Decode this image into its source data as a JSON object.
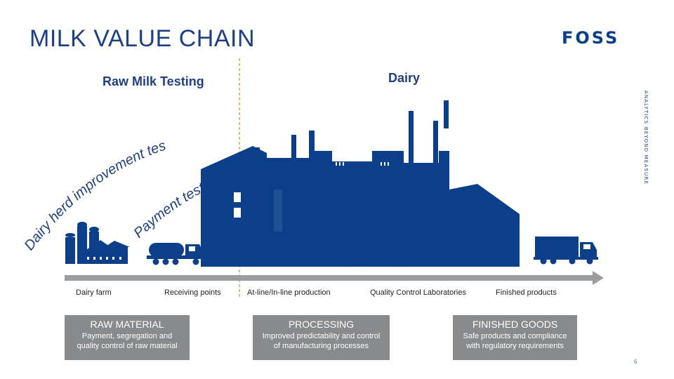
{
  "title": "MILK VALUE CHAIN",
  "logo": {
    "text": "FOSS",
    "tagline": "ANALYTICS BEYOND MEASURE"
  },
  "sections": {
    "left": "Raw Milk Testing",
    "right": "Dairy"
  },
  "arcs": {
    "outer": "Dairy herd improvement testing",
    "inner": "Payment testing"
  },
  "points": [
    "Dairy farm",
    "Receiving points",
    "At-line/In-line production",
    "Quality Control Laboratories",
    "Finished products"
  ],
  "stages": [
    {
      "title": "RAW MATERIAL",
      "desc_line1": "Payment, segregation and",
      "desc_line2": "quality control of raw material"
    },
    {
      "title": "PROCESSING",
      "desc_line1": "Improved predictability and control",
      "desc_line2": "of manufacturing processes"
    },
    {
      "title": "FINISHED GOODS",
      "desc_line1": "Safe products and compliance",
      "desc_line2": "with regulatory requirements"
    }
  ],
  "page_number": "6",
  "colors": {
    "navy": "#0b3f8a",
    "gray": "#888a8c",
    "divider": "#e8a34a",
    "text": "#1f3f85"
  },
  "icons": [
    "dairy-farm-icon",
    "milk-tanker-icon",
    "factory-icon",
    "delivery-truck-icon",
    "timeline-arrow-icon"
  ]
}
